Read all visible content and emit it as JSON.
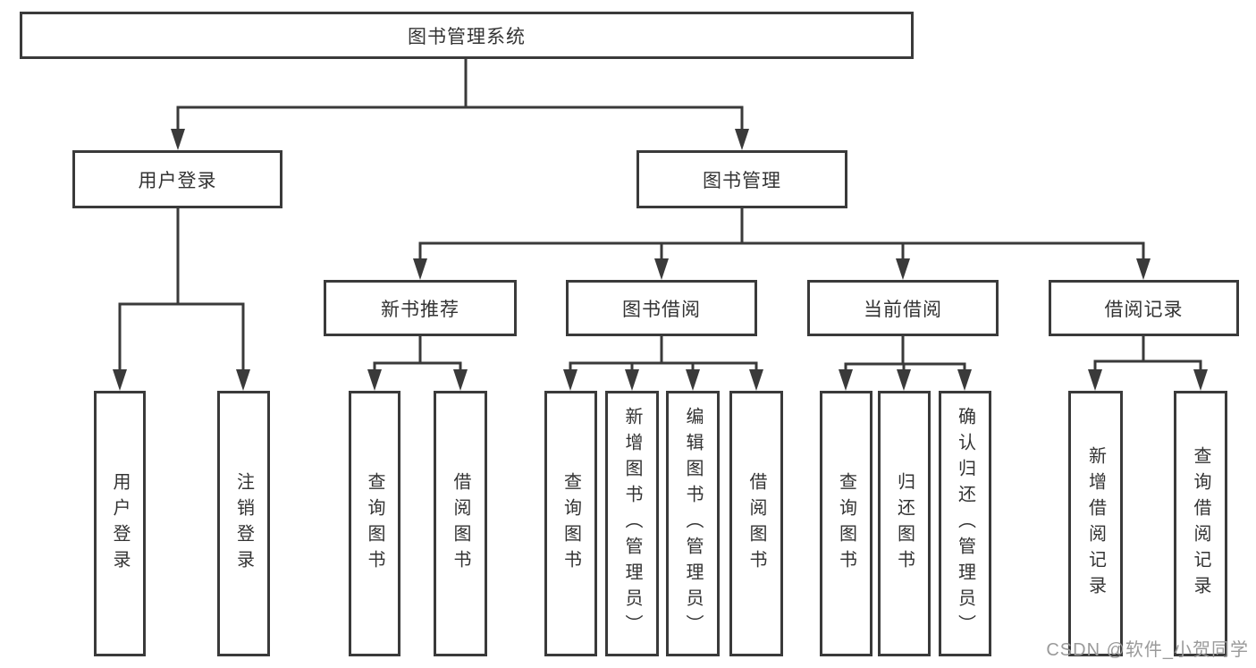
{
  "diagram": {
    "root": {
      "label": "图书管理系统"
    },
    "level2": {
      "user_login": {
        "label": "用户登录"
      },
      "book_management": {
        "label": "图书管理"
      }
    },
    "level3": {
      "new_book_recommend": {
        "label": "新书推荐"
      },
      "book_borrowing": {
        "label": "图书借阅"
      },
      "current_borrowing": {
        "label": "当前借阅"
      },
      "borrowing_records": {
        "label": "借阅记录"
      }
    },
    "leaves": {
      "user_login_login": "用户登录",
      "user_login_logout": "注销登录",
      "new_book_query": "查询图书",
      "new_book_borrow": "借阅图书",
      "borrowing_query": "查询图书",
      "borrowing_add_admin": "新增图书（管理员）",
      "borrowing_edit_admin": "编辑图书（管理员）",
      "borrowing_borrow": "借阅图书",
      "current_query": "查询图书",
      "current_return": "归还图书",
      "current_confirm_admin": "确认归还（管理员）",
      "records_add": "新增借阅记录",
      "records_query": "查询借阅记录"
    },
    "colors": {
      "line": "#3a3a3a",
      "text": "#333333",
      "box_background": "#ffffff",
      "watermark": "#9a9a9a"
    },
    "watermark": "CSDN @软件_小贺同学"
  }
}
